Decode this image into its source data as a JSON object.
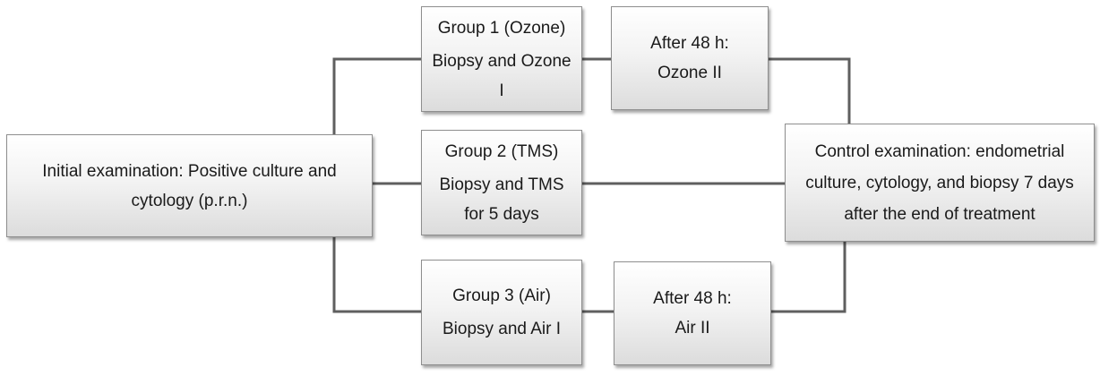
{
  "initial": {
    "line1": "Initial examination: Positive culture and",
    "line2": "cytology (p.r.n.)"
  },
  "group1": {
    "title": "Group 1 (Ozone)",
    "line1": "Biopsy and Ozone",
    "line2": "I",
    "after_line1": "After 48 h:",
    "after_line2": "Ozone II"
  },
  "group2": {
    "title": "Group 2 (TMS)",
    "line1": "Biopsy and TMS",
    "line2": "for 5 days"
  },
  "group3": {
    "title": "Group 3 (Air)",
    "line1": "Biopsy and Air I",
    "after_line1": "After 48 h:",
    "after_line2": "Air II"
  },
  "control": {
    "line1": "Control examination: endometrial",
    "line2": "culture, cytology, and biopsy 7 days",
    "line3": "after the end of treatment"
  },
  "colors": {
    "connector": "#5f5f5f",
    "box_border": "#8e8e8e"
  }
}
